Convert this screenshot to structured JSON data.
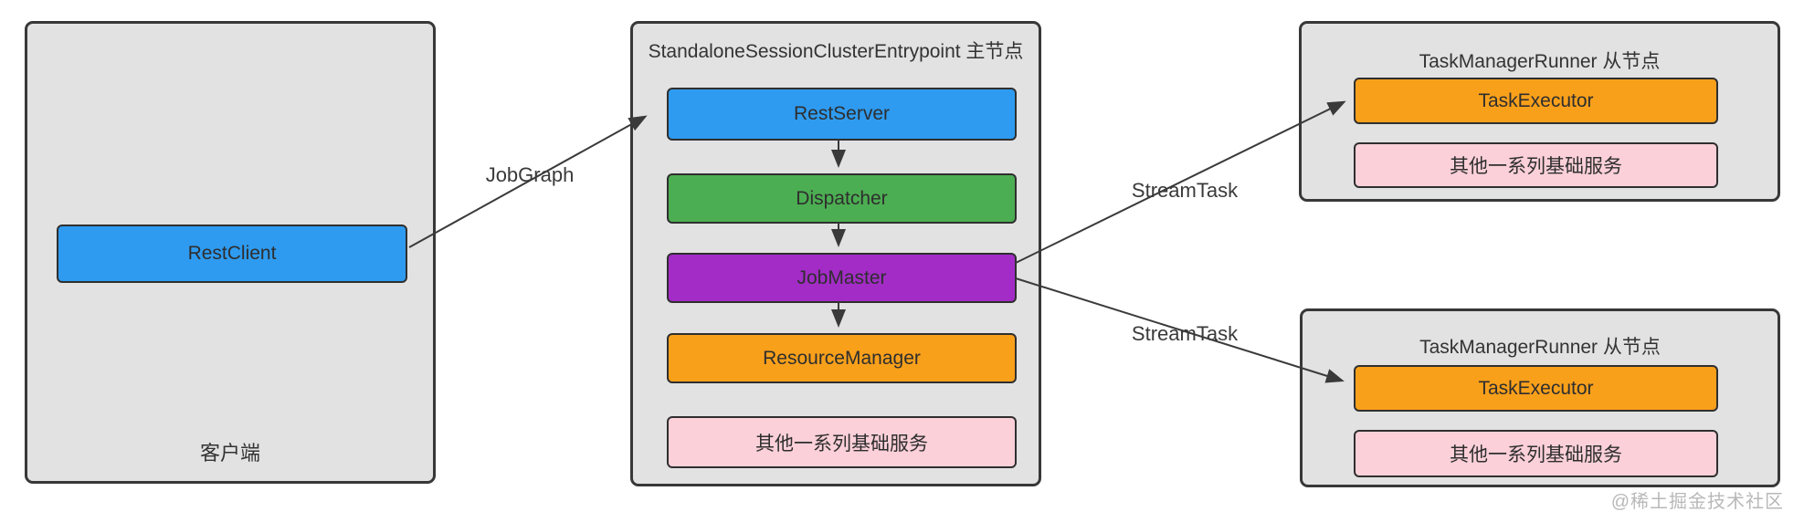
{
  "diagram": {
    "description_language": "zh-CN",
    "nodes": {
      "client": {
        "title": "客户端",
        "components": [
          {
            "label": "RestClient",
            "color": "#2e9bf0"
          }
        ]
      },
      "master": {
        "title": "StandaloneSessionClusterEntrypoint 主节点",
        "components": [
          {
            "label": "RestServer",
            "color": "#2e9bf0"
          },
          {
            "label": "Dispatcher",
            "color": "#4cae52"
          },
          {
            "label": "JobMaster",
            "color": "#a32cc6"
          },
          {
            "label": "ResourceManager",
            "color": "#f9a01b"
          },
          {
            "label": "其他一系列基础服务",
            "color": "#fbd0d9"
          }
        ]
      },
      "worker_top": {
        "title": "TaskManagerRunner 从节点",
        "components": [
          {
            "label": "TaskExecutor",
            "color": "#f9a01b"
          },
          {
            "label": "其他一系列基础服务",
            "color": "#fbd0d9"
          }
        ]
      },
      "worker_bottom": {
        "title": "TaskManagerRunner 从节点",
        "components": [
          {
            "label": "TaskExecutor",
            "color": "#f9a01b"
          },
          {
            "label": "其他一系列基础服务",
            "color": "#fbd0d9"
          }
        ]
      }
    },
    "edge_labels": {
      "jobgraph": "JobGraph",
      "streamtask_top": "StreamTask",
      "streamtask_bottom": "StreamTask"
    },
    "colors": {
      "node_background": "#e2e2e2",
      "node_border": "#383838",
      "arrow": "#3a3a3a",
      "text": "#333333"
    },
    "watermark": "@稀土掘金技术社区"
  }
}
